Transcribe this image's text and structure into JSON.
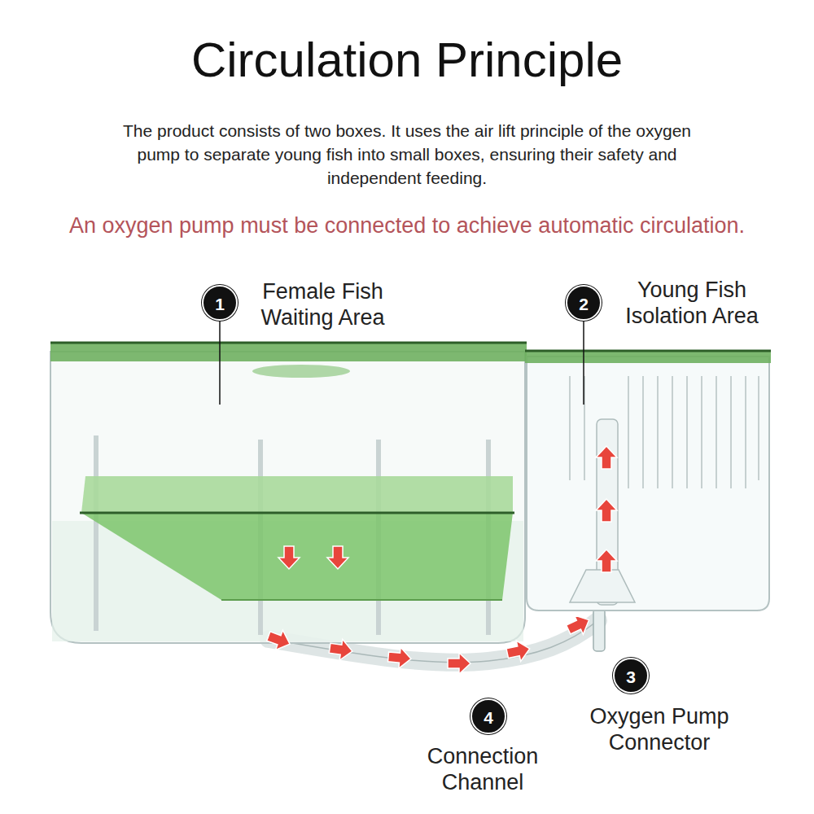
{
  "diagram": {
    "title": "Circulation Principle",
    "nodes": [
      {
        "text": [
          "1",
          "Female Fish Waiting Area"
        ]
      },
      {
        "text": [
          "2",
          "Young Fish Isolation Area"
        ]
      },
      {
        "text": [
          "3",
          "Oxygen Pump Connector"
        ]
      },
      {
        "text": [
          "4",
          "Connection Channel"
        ]
      }
    ],
    "labels": [
      "The product consists of two boxes. It uses the air lift principle of the oxygen pump to separate young fish into small boxes, ensuring their safety and independent feeding.",
      "An oxygen pump must be connected to achieve automatic circulation."
    ]
  }
}
